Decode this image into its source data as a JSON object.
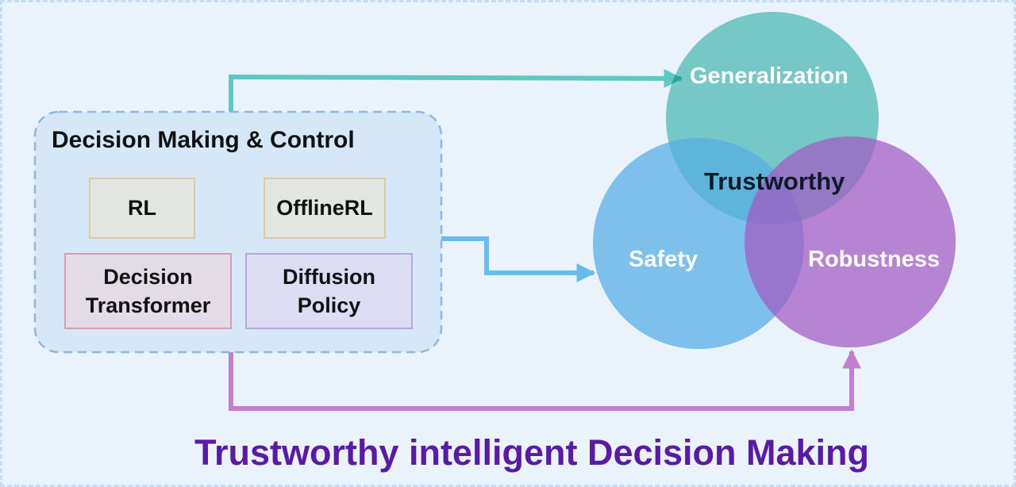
{
  "group": {
    "title": "Decision Making & Control",
    "methods": [
      {
        "label": "RL"
      },
      {
        "label": "OfflineRL"
      },
      {
        "label": "Decision\nTransformer"
      },
      {
        "label": "Diffusion\nPolicy"
      }
    ]
  },
  "venn": {
    "generalization": "Generalization",
    "safety": "Safety",
    "robustness": "Robustness",
    "center": "Trustworthy"
  },
  "footer": {
    "title": "Trustworthy intelligent Decision Making"
  },
  "colors": {
    "background": "#eaf3fc",
    "generalization": "#4fc0b4",
    "safety": "#5ab6e8",
    "robustness": "#b25ec6",
    "arrow_teal": "#5cc9c3",
    "arrow_blue": "#67bde9",
    "arrow_purple": "#c27fd2",
    "footer_text": "#5a1aa8"
  }
}
